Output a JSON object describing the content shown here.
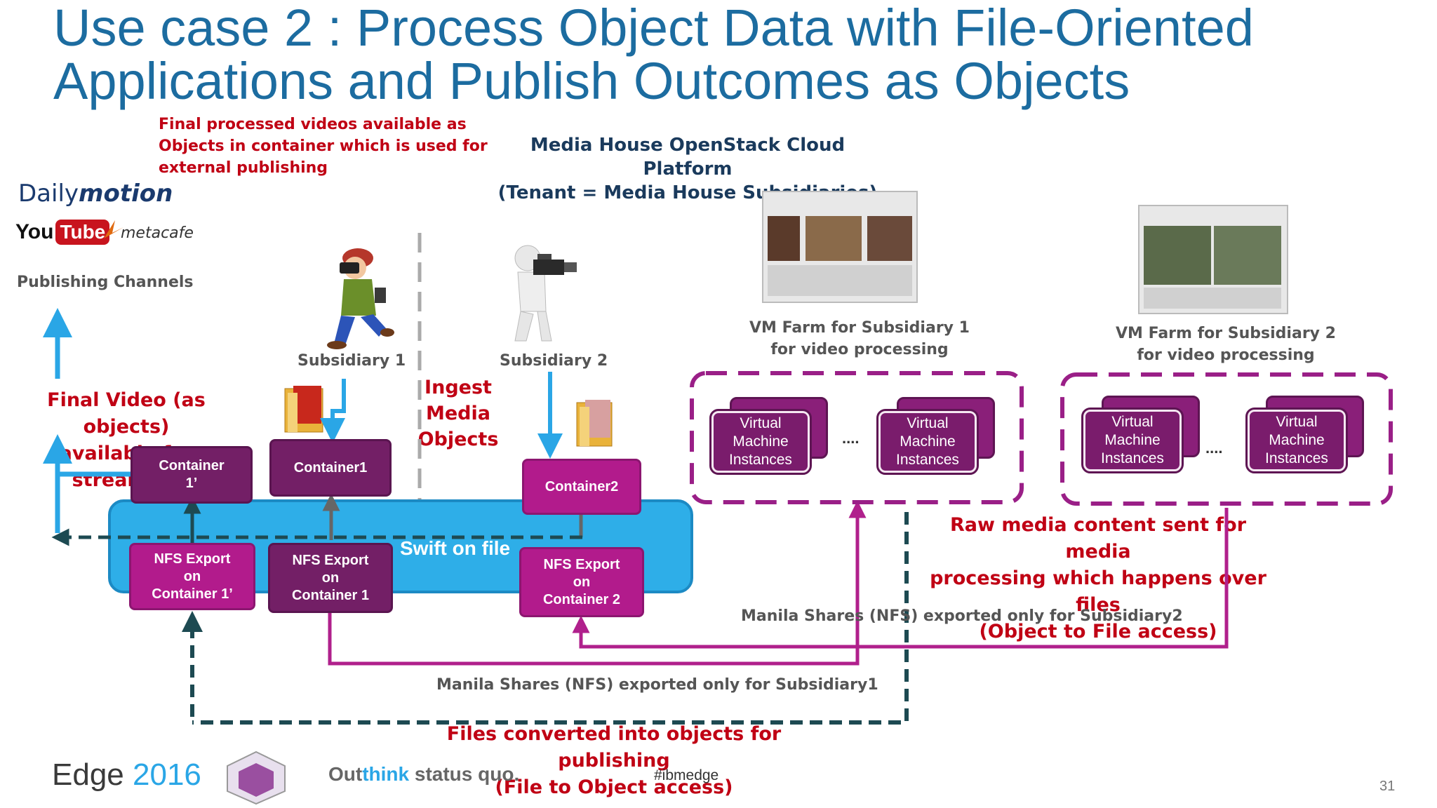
{
  "slide": {
    "title_line1": "Use case 2 : Process Object Data with File-Oriented",
    "title_line2": "Applications and Publish Outcomes as Objects",
    "page_number": "31",
    "hashtag": "#ibmedge",
    "footer_edge": "Edge",
    "footer_year": "2016",
    "footer_slogan_a": "Out",
    "footer_slogan_b": "think",
    "footer_slogan_c": " status quo."
  },
  "notes": {
    "final_processed": [
      "Final processed videos available as",
      "Objects in container which is used for",
      "external publishing"
    ],
    "platform_title": [
      "Media House OpenStack Cloud Platform",
      "(Tenant = Media House Subsidiaries)"
    ],
    "final_video": [
      "Final Video (as objects)",
      "available for streaming"
    ],
    "ingest": [
      "Ingest",
      "Media Objects"
    ],
    "raw_media": [
      "Raw media content sent for media",
      "processing which happens over files",
      "(Object to File access)"
    ],
    "files_converted": [
      "Files converted into objects for publishing",
      "(File to Object access)"
    ],
    "manila_sub2": "Manila Shares (NFS) exported only  for Subsidiary2",
    "manila_sub1": "Manila Shares (NFS) exported only  for Subsidiary1"
  },
  "channels": {
    "dailymotion_a": "Daily",
    "dailymotion_b": "motion",
    "youtube_you": "You",
    "youtube_tube": "Tube",
    "metacafe": "metacafe",
    "label": "Publishing Channels"
  },
  "subsidiaries": {
    "sub1": "Subsidiary 1",
    "sub2": "Subsidiary 2"
  },
  "vm_farms": {
    "farm1": [
      "VM Farm for Subsidiary 1",
      "for video processing"
    ],
    "farm2": [
      "VM Farm for Subsidiary 2",
      "for video processing"
    ],
    "vm_label": [
      "Virtual",
      "Machine",
      "Instances"
    ],
    "ellipsis": "...."
  },
  "containers": {
    "c1prime": [
      "Container",
      "1’"
    ],
    "c1": "Container1",
    "c2": "Container2",
    "nfs1prime": [
      "NFS Export",
      "on",
      "Container 1’"
    ],
    "nfs1": [
      "NFS Export",
      "on",
      "Container 1"
    ],
    "nfs2": [
      "NFS Export",
      "on",
      "Container 2"
    ],
    "swift": "Swift on file"
  },
  "colors": {
    "title_blue": "#1c6ca0",
    "red_text": "#c00014",
    "swift_blue": "#2eaee8",
    "container_dark": "#731f66",
    "container_magenta": "#b21b8c",
    "dashed_teal": "#1d4a52",
    "arrow_magenta": "#b0208c"
  }
}
